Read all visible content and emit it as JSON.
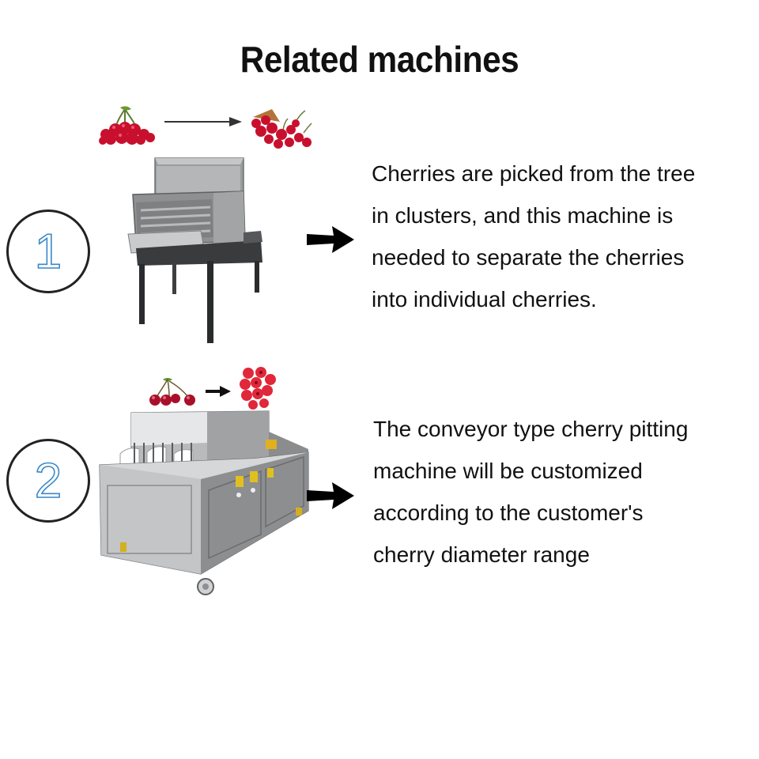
{
  "title": "Related machines",
  "steps": [
    {
      "number": "1",
      "description_lines": [
        "Cherries are picked from the tree",
        "in clusters, and this machine is",
        "needed to separate the cherries",
        "into individual cherries."
      ],
      "icons": [
        "cherry-cluster-icon",
        "arrow-right-icon",
        "cherries-separated-icon",
        "destemmer-machine-image",
        "bold-arrow-icon"
      ]
    },
    {
      "number": "2",
      "description_lines": [
        "The conveyor type cherry pitting",
        "machine will be customized",
        "according to the customer's",
        "cherry diameter range"
      ],
      "icons": [
        "cherries-with-stems-icon",
        "arrow-right-icon",
        "pitted-cherries-icon",
        "pitting-machine-image",
        "bold-arrow-icon"
      ]
    }
  ],
  "colors": {
    "number_outline": "#3a88c8",
    "cherry_red": "#c8102e",
    "steel": "#a9abad",
    "circle_border": "#222222"
  }
}
